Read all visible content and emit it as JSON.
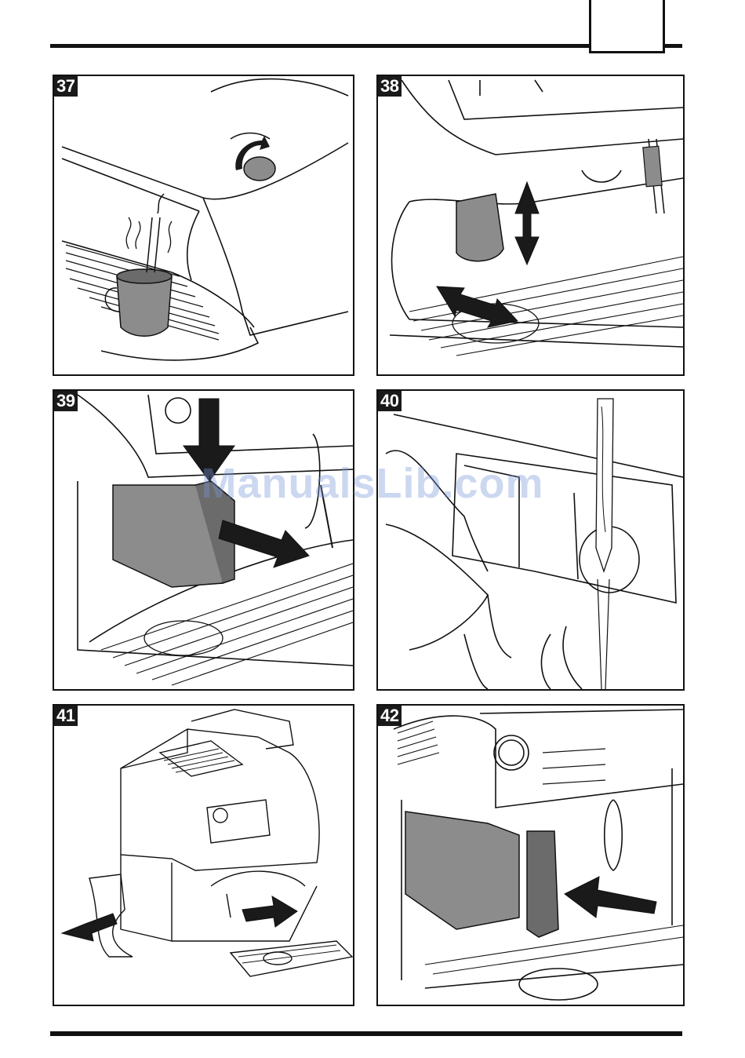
{
  "page": {
    "watermark": "ManualsLib.com"
  },
  "figures": [
    {
      "number": "37",
      "subject": "steam nozzle turn knob, cup under steam wand"
    },
    {
      "number": "38",
      "subject": "adjustable dispenser up/down and drip tray removal"
    },
    {
      "number": "39",
      "subject": "brewing unit removal"
    },
    {
      "number": "40",
      "subject": "rinsing brewing unit under running water"
    },
    {
      "number": "41",
      "subject": "removing service door and drip tray"
    },
    {
      "number": "42",
      "subject": "reinserting brewing unit"
    }
  ],
  "colors": {
    "line": "#111111",
    "fill_grey": "#8c8c8c",
    "arrow": "#1a1a1a",
    "watermark": "#7896d7"
  }
}
